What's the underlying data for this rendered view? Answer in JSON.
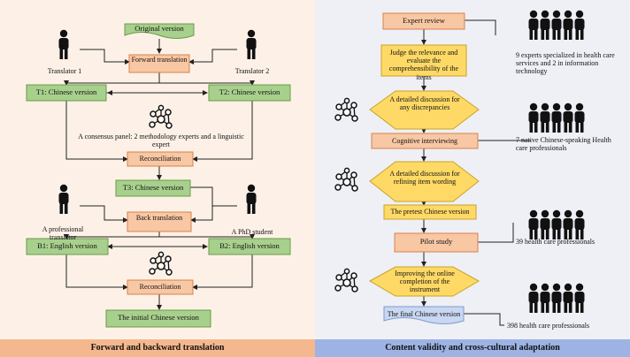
{
  "colors": {
    "green_box": "#a8d08d",
    "green_border": "#6a9a4a",
    "orange_box": "#f8c7a4",
    "orange_border": "#d9824a",
    "yellow_box": "#ffd966",
    "yellow_border": "#c9a227",
    "blue_box": "#c9d7f1",
    "blue_border": "#7f9bd0",
    "left_bg": "#fdf1e7",
    "right_bg": "#eef0f6",
    "left_footer": "#f5b88e",
    "right_footer": "#9db3e3"
  },
  "left": {
    "original_version": "Original version",
    "forward_translation": "Forward translation",
    "translator_1": "Translator 1",
    "translator_2": "Translator 2",
    "t1": "T1: Chinese version",
    "t2": "T2: Chinese version",
    "consensus_panel": "A consensus panel: 2 methodology experts and a linguistic expert",
    "reconciliation_1": "Reconciliation",
    "t3": "T3: Chinese version",
    "professional_translator": "A professional translator",
    "phd_student": "A PhD student",
    "back_translation": "Back translation",
    "b1": "B1: English version",
    "b2": "B2: English version",
    "reconciliation_2": "Reconciliation",
    "initial_version": "The initial Chinese version",
    "footer": "Forward and backward translation"
  },
  "right": {
    "expert_review": "Expert review",
    "judge_relevance": "Judge the relevance and evaluate the comprehensibility of the items",
    "experts_note": "9 experts specialized in health care services and 2 in information technology",
    "detailed_discussion_1": "A detailed discussion for any discrepancies",
    "cognitive_interviewing": "Cognitive interviewing",
    "native_note": "7 native Chinese-speaking Health care professionals",
    "detailed_discussion_2": "A detailed discussion for refining item wording",
    "pretest_version": "The pretest Chinese version",
    "pilot_study": "Pilot study",
    "pilot_note": "39 health care professionals",
    "improving": "Improving the online completion of the instrument",
    "final_version": "The final Chinese version",
    "final_note": "398 health care professionals",
    "footer": "Content validity and cross-cultural adaptation"
  }
}
